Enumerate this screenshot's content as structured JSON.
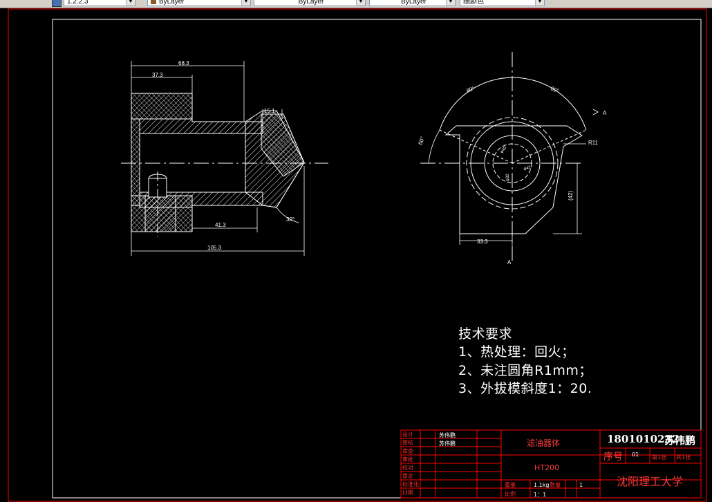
{
  "toolbar": {
    "combo1": "1.2.2.3",
    "combo2": "ByLayer",
    "combo3": "ByLayer",
    "combo4": "ByLayer",
    "combo5": "随颜色"
  },
  "left_view_dims": {
    "d_overall_top": "68.3",
    "d_inner_top": "37.3",
    "d_right_small": "15.1",
    "d_mid_bottom": "41.3",
    "d_overall_bottom": "105.3",
    "d_angle": "30°"
  },
  "right_view_dims": {
    "ang_left_top": "80°",
    "ang_right_top": "80°",
    "ang_left": "60°",
    "radius": "R11",
    "section_a_top": "A",
    "section_a_bottom": "A",
    "height": "(42)",
    "width_bottom": "33.3",
    "d_inner1": "φ40",
    "d_inner2": "φ42",
    "d_inner3": "φ32"
  },
  "tech_req": {
    "title": "技术要求",
    "line1": "1、热处理：回火；",
    "line2": "2、未注圆角R1mm；",
    "line3": "3、外拔模斜度1：20."
  },
  "title_block": {
    "labels": [
      "设计",
      "审核",
      "审查",
      "审批",
      "校对",
      "审定",
      "标准化",
      "日期"
    ],
    "designer": "苏伟鹏",
    "checker": "苏伟鹏",
    "part_name": "滤油器体",
    "material": "HT200",
    "weight_label": "重量",
    "weight": "1.1kg",
    "qty_label": "数量",
    "qty": "1",
    "scale_label": "比例",
    "scale": "1：1",
    "student_id": "1801010232",
    "student_name": "苏伟鹏",
    "seq_label": "序号",
    "seq": "01",
    "sheet_label": "第1张",
    "total_label": "共1张",
    "university": "沈阳理工大学"
  },
  "colors": {
    "frame": "#ffffff",
    "border_red": "#ff0000",
    "line": "#ffffff",
    "center": "#ffffff",
    "hatch": "#ffffff"
  }
}
